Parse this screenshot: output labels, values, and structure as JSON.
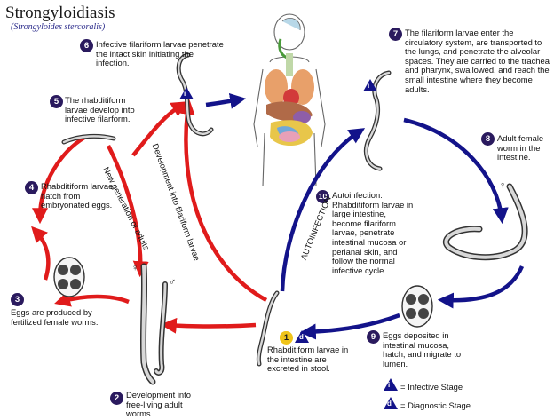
{
  "title": "Strongyloidiasis",
  "subtitle": "(Strongyloides stercoralis)",
  "steps": [
    {
      "n": "1",
      "text": "Rhabditiform larvae in the intestine are excreted in stool."
    },
    {
      "n": "2",
      "text": "Development into free-living adult worms."
    },
    {
      "n": "3",
      "text": "Eggs are produced by fertilized female worms."
    },
    {
      "n": "4",
      "text": "Rhabditiform larvae hatch from embryonated eggs."
    },
    {
      "n": "5",
      "text": "The rhabditiform larvae develop into infective filarform."
    },
    {
      "n": "6",
      "text": "Infective filariform larvae penetrate the intact skin initiating the infection."
    },
    {
      "n": "7",
      "text": "The filariform larvae enter the circulatory system, are transported to the lungs, and penetrate the alveolar spaces.  They are carried to the trachea and pharynx, swallowed, and reach the small intestine where they become adults."
    },
    {
      "n": "8",
      "text": "Adult female worm in the intestine."
    },
    {
      "n": "9",
      "text": "Eggs deposited in intestinal mucosa, hatch, and migrate to lumen."
    },
    {
      "n": "10",
      "text": "Autoinfection: Rhabditiform larvae in large intestine, become filariform larvae, penetrate intestinal mucosa or perianal skin, and follow the normal infective cycle."
    }
  ],
  "arrow_labels": {
    "new_generation": "New generation of adults",
    "development": "Development into filariform larvae",
    "autoinfection": "AUTOINFECTION"
  },
  "legend": {
    "infective_symbol": "i",
    "infective": "= Infective Stage",
    "diagnostic_symbol": "d",
    "diagnostic": "= Diagnostic Stage"
  },
  "sex_symbols": {
    "female": "♀",
    "male": "♂"
  },
  "colors": {
    "red_arrow": "#e01b1b",
    "blue_arrow": "#13138a",
    "badge": "#2a1a5e",
    "stage1_badge": "#f0c419"
  }
}
